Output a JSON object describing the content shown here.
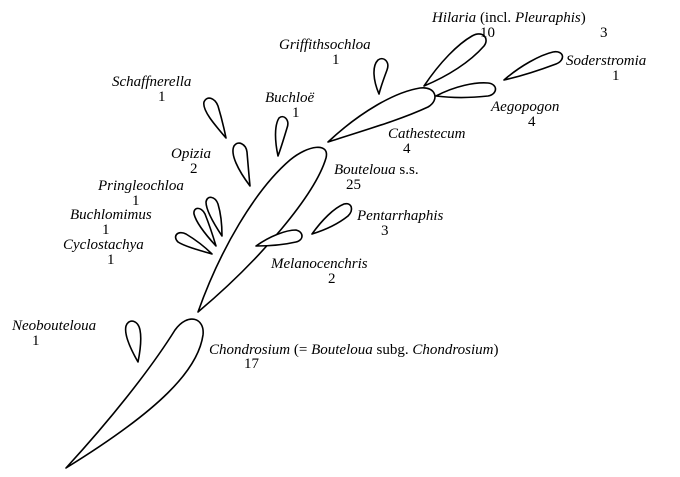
{
  "taxa": {
    "chondrosium": {
      "name": "Chondrosium",
      "note_open": " (= ",
      "note_genus": "Bouteloua",
      "note_mid": " subg. ",
      "note_subgenus": "Chondrosium",
      "note_close": ")",
      "count": "17"
    },
    "neobouteloua": {
      "name": "Neobouteloua",
      "count": "1"
    },
    "bouteloua": {
      "name": "Bouteloua",
      "suffix": " s.s.",
      "count": "25"
    },
    "cyclostachya": {
      "name": "Cyclostachya",
      "count": "1"
    },
    "buchlomimus": {
      "name": "Buchlomimus",
      "count": "1"
    },
    "pringleochloa": {
      "name": "Pringleochloa",
      "count": "1"
    },
    "opizia": {
      "name": "Opizia",
      "count": "2"
    },
    "schaffnerella": {
      "name": "Schaffnerella",
      "count": "1"
    },
    "buchloe": {
      "name": "Buchloë",
      "count": "1"
    },
    "melanocenchris": {
      "name": "Melanocenchris",
      "count": "2"
    },
    "pentarrhaphis": {
      "name": "Pentarrhaphis",
      "count": "3"
    },
    "cathestecum": {
      "name": "Cathestecum",
      "count": "4"
    },
    "griffithsochloa": {
      "name": "Griffithsochloa",
      "count": "1"
    },
    "hilaria": {
      "name": "Hilaria",
      "note_open": " (incl. ",
      "note_genus": "Pleuraphis",
      "note_close": ")",
      "count_a": "10",
      "count_b": "3"
    },
    "aegopogon": {
      "name": "Aegopogon",
      "count": "4"
    },
    "soderstromia": {
      "name": "Soderstromia",
      "count": "1"
    }
  }
}
